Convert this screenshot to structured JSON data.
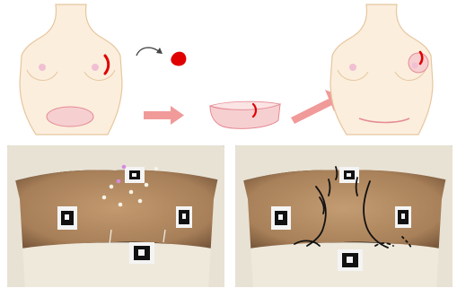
{
  "figure": {
    "top_row": {
      "steps": [
        "pre-op-torso",
        "tumor-excision",
        "abdominal-flap",
        "post-op-torso"
      ]
    },
    "bottom_row": {
      "left_photo": "abdomen-with-markers-and-dots",
      "right_photo": "abdomen-with-drawn-lines"
    },
    "colors": {
      "skin": "#fbeedd",
      "outline": "#e7c69e",
      "nipple": "#f1bfd3",
      "flap_fill": "#f6cfd1",
      "flap_outline": "#e58a93",
      "tumor": "#e00000",
      "arrow": "#f09a9a",
      "curve_arrow": "#444444",
      "photo_background": "#2a211a",
      "towel": "#e8e2d4",
      "abdomen_skin": "#b08a64"
    },
    "icons": [
      "curved-arrow-icon",
      "right-arrow-icon",
      "diagonal-arrow-icon",
      "fiducial-marker-icon"
    ]
  }
}
